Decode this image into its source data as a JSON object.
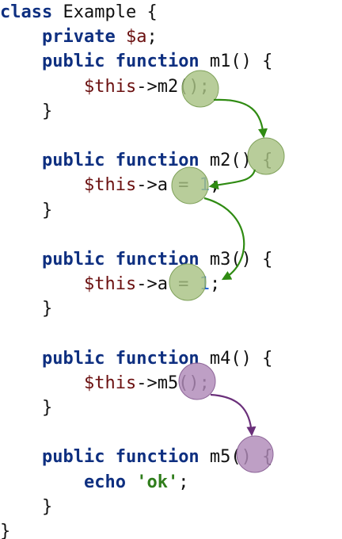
{
  "code_lines": [
    [
      {
        "t": "class",
        "k": "kw"
      },
      {
        "t": " Example {",
        "k": "plain"
      }
    ],
    [
      {
        "t": "    ",
        "k": "plain"
      },
      {
        "t": "private",
        "k": "kw"
      },
      {
        "t": " ",
        "k": "plain"
      },
      {
        "t": "$a",
        "k": "var"
      },
      {
        "t": ";",
        "k": "plain"
      }
    ],
    [
      {
        "t": "    ",
        "k": "plain"
      },
      {
        "t": "public",
        "k": "kw"
      },
      {
        "t": " ",
        "k": "plain"
      },
      {
        "t": "function",
        "k": "kw"
      },
      {
        "t": " m1() {",
        "k": "plain"
      }
    ],
    [
      {
        "t": "        ",
        "k": "plain"
      },
      {
        "t": "$this",
        "k": "var"
      },
      {
        "t": "->m2();",
        "k": "plain"
      }
    ],
    [
      {
        "t": "    }",
        "k": "plain"
      }
    ],
    [
      {
        "t": "",
        "k": "plain"
      }
    ],
    [
      {
        "t": "    ",
        "k": "plain"
      },
      {
        "t": "public",
        "k": "kw"
      },
      {
        "t": " ",
        "k": "plain"
      },
      {
        "t": "function",
        "k": "kw"
      },
      {
        "t": " m2() {",
        "k": "plain"
      }
    ],
    [
      {
        "t": "        ",
        "k": "plain"
      },
      {
        "t": "$this",
        "k": "var"
      },
      {
        "t": "->a = ",
        "k": "plain"
      },
      {
        "t": "1",
        "k": "num"
      },
      {
        "t": ";",
        "k": "plain"
      }
    ],
    [
      {
        "t": "    }",
        "k": "plain"
      }
    ],
    [
      {
        "t": "",
        "k": "plain"
      }
    ],
    [
      {
        "t": "    ",
        "k": "plain"
      },
      {
        "t": "public",
        "k": "kw"
      },
      {
        "t": " ",
        "k": "plain"
      },
      {
        "t": "function",
        "k": "kw"
      },
      {
        "t": " m3() {",
        "k": "plain"
      }
    ],
    [
      {
        "t": "        ",
        "k": "plain"
      },
      {
        "t": "$this",
        "k": "var"
      },
      {
        "t": "->a = ",
        "k": "plain"
      },
      {
        "t": "1",
        "k": "num"
      },
      {
        "t": ";",
        "k": "plain"
      }
    ],
    [
      {
        "t": "    }",
        "k": "plain"
      }
    ],
    [
      {
        "t": "",
        "k": "plain"
      }
    ],
    [
      {
        "t": "    ",
        "k": "plain"
      },
      {
        "t": "public",
        "k": "kw"
      },
      {
        "t": " ",
        "k": "plain"
      },
      {
        "t": "function",
        "k": "kw"
      },
      {
        "t": " m4() {",
        "k": "plain"
      }
    ],
    [
      {
        "t": "        ",
        "k": "plain"
      },
      {
        "t": "$this",
        "k": "var"
      },
      {
        "t": "->m5();",
        "k": "plain"
      }
    ],
    [
      {
        "t": "    }",
        "k": "plain"
      }
    ],
    [
      {
        "t": "",
        "k": "plain"
      }
    ],
    [
      {
        "t": "    ",
        "k": "plain"
      },
      {
        "t": "public",
        "k": "kw"
      },
      {
        "t": " ",
        "k": "plain"
      },
      {
        "t": "function",
        "k": "kw"
      },
      {
        "t": " m5() {",
        "k": "plain"
      }
    ],
    [
      {
        "t": "        ",
        "k": "plain"
      },
      {
        "t": "echo",
        "k": "kw"
      },
      {
        "t": " ",
        "k": "plain"
      },
      {
        "t": "'ok'",
        "k": "str"
      },
      {
        "t": ";",
        "k": "plain"
      }
    ],
    [
      {
        "t": "    }",
        "k": "plain"
      }
    ],
    [
      {
        "t": "}",
        "k": "plain"
      }
    ]
  ],
  "colors": {
    "green_fill": "#a8c284",
    "green_stroke": "#7fa15a",
    "green_arrow": "#2f8b12",
    "purple_fill": "#b08ab8",
    "purple_stroke": "#8d6598",
    "purple_arrow": "#6a2f7a"
  },
  "markers": [
    {
      "name": "m2-call-marker",
      "group": "green"
    },
    {
      "name": "m2-definition-marker",
      "group": "green"
    },
    {
      "name": "a-write-marker-m2",
      "group": "green"
    },
    {
      "name": "a-write-marker-m3",
      "group": "green"
    },
    {
      "name": "m5-call-marker",
      "group": "purple"
    },
    {
      "name": "m5-definition-marker",
      "group": "purple"
    }
  ],
  "arrows": [
    {
      "name": "arrow-m2-call-to-definition",
      "from": "m2-call-marker",
      "to": "m2-definition-marker",
      "group": "green"
    },
    {
      "name": "arrow-m2-definition-to-a-write",
      "from": "m2-definition-marker",
      "to": "a-write-marker-m2",
      "group": "green"
    },
    {
      "name": "arrow-a-write-to-a-write",
      "from": "a-write-marker-m2",
      "to": "a-write-marker-m3",
      "group": "green"
    },
    {
      "name": "arrow-m5-call-to-definition",
      "from": "m5-call-marker",
      "to": "m5-definition-marker",
      "group": "purple"
    }
  ]
}
